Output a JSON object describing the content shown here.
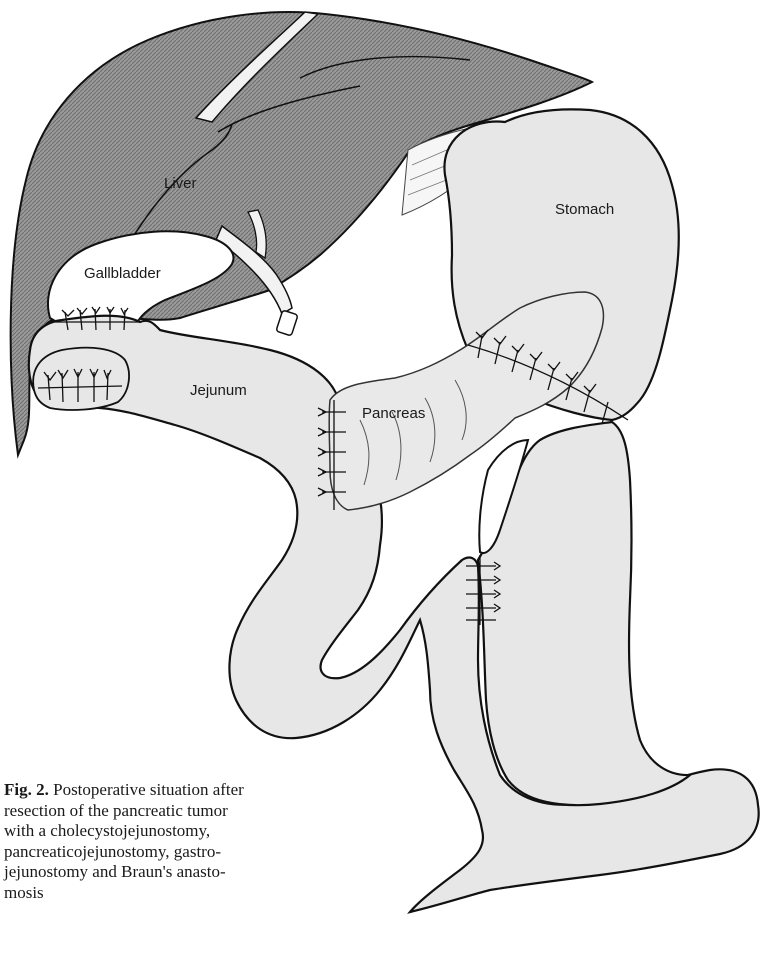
{
  "labels": {
    "liver": "Liver",
    "gallbladder": "Gallbladder",
    "stomach": "Stomach",
    "jejunum": "Jejunum",
    "pancreas": "Pancreas"
  },
  "caption": {
    "number": "Fig. 2.",
    "lines": [
      " Postoperative situation after",
      "resection of the pancreatic tumor",
      "with a cholecystojejunostomy,",
      "pancreaticojejunostomy, gastro-",
      "jejunostomy and Braun's anasto-",
      "mosis"
    ]
  },
  "colors": {
    "liver_fill": "#8f8f8f",
    "organ_fill": "#e7e7e7",
    "outline": "#111111"
  }
}
